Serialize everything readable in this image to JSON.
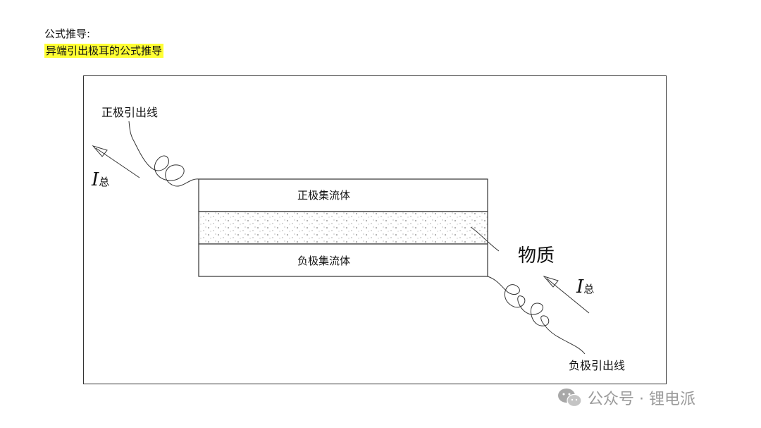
{
  "heading": "公式推导:",
  "subheading": "异端引出极耳的公式推导",
  "diagram": {
    "positive_lead_label": "正极引出线",
    "negative_lead_label": "负极引出线",
    "positive_collector_label": "正极集流体",
    "negative_collector_label": "负极集流体",
    "material_label": "物质",
    "current_symbol": "I",
    "current_subscript": "总"
  },
  "watermark": {
    "icon": "wechat-icon",
    "text": "公众号 · 锂电派"
  }
}
